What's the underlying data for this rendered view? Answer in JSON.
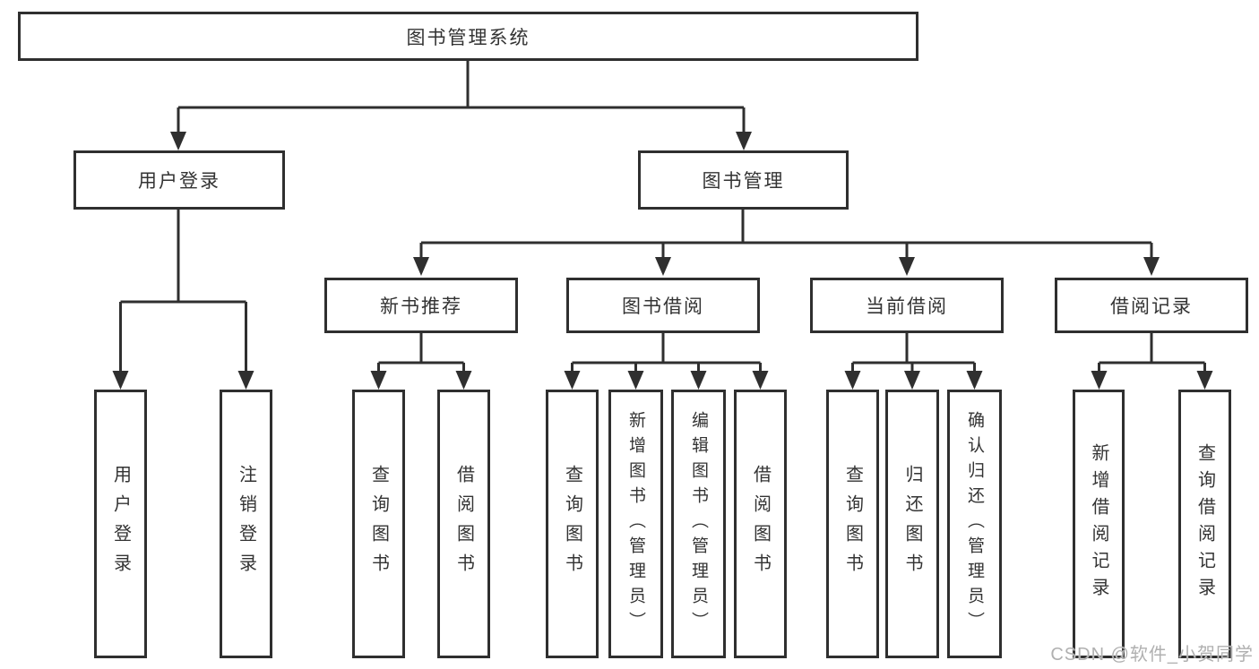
{
  "colors": {
    "line": "#2f2f2f",
    "node_text": "#333333",
    "background": "#ffffff",
    "watermark_text": "#b0b0b0"
  },
  "watermark": {
    "text": "CSDN @软件_小贺同学"
  },
  "tree": {
    "label": "图书管理系统",
    "children": [
      {
        "label": "用户登录",
        "children": [
          {
            "label": "用户登录"
          },
          {
            "label": "注销登录"
          }
        ]
      },
      {
        "label": "图书管理",
        "children": [
          {
            "label": "新书推荐",
            "children": [
              {
                "label": "查询图书"
              },
              {
                "label": "借阅图书"
              }
            ]
          },
          {
            "label": "图书借阅",
            "children": [
              {
                "label": "查询图书"
              },
              {
                "label": "新增图书（管理员）"
              },
              {
                "label": "编辑图书（管理员）"
              },
              {
                "label": "借阅图书"
              }
            ]
          },
          {
            "label": "当前借阅",
            "children": [
              {
                "label": "查询图书"
              },
              {
                "label": "归还图书"
              },
              {
                "label": "确认归还（管理员）"
              }
            ]
          },
          {
            "label": "借阅记录",
            "children": [
              {
                "label": "新增借阅记录"
              },
              {
                "label": "查询借阅记录"
              }
            ]
          }
        ]
      }
    ]
  }
}
